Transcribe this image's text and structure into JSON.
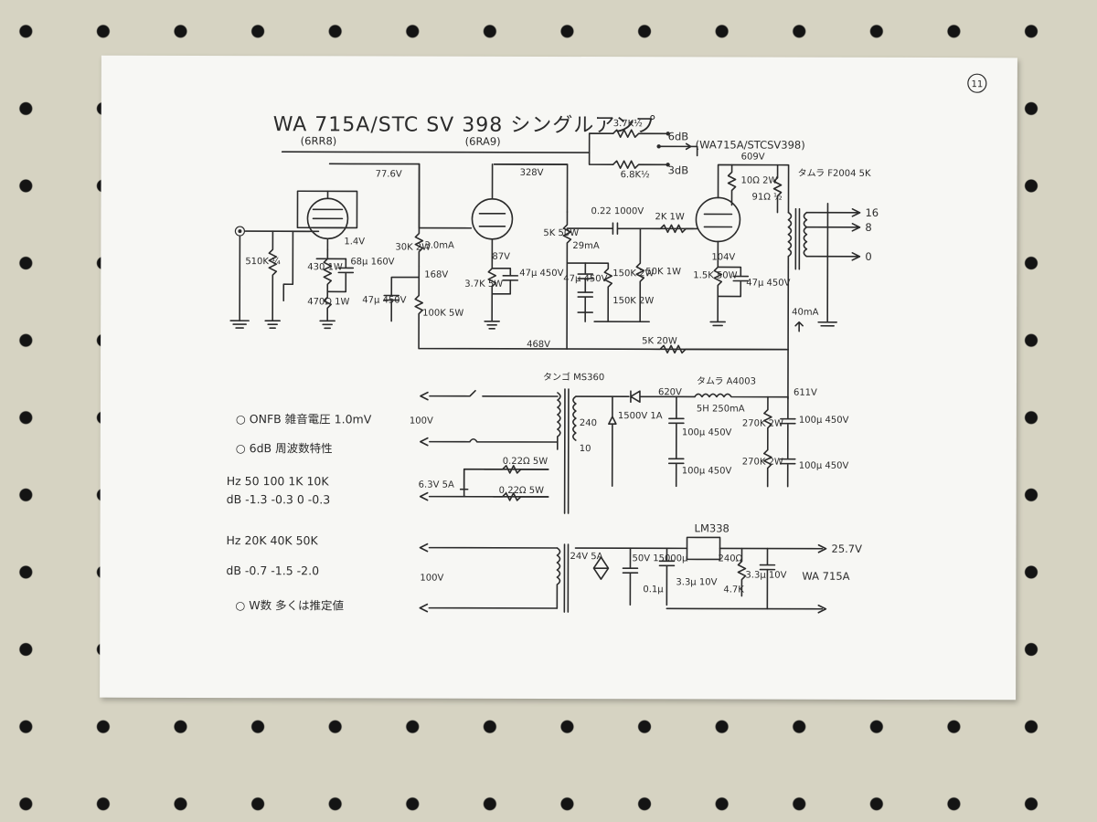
{
  "page_number": "11",
  "title": "WA 715A/STC SV 398 シングルアンプ",
  "tube_labels": {
    "first": "(6RR8)",
    "second": "(6RA9)"
  },
  "nfb": {
    "r1": "3.7K½",
    "r2": "6.8K½",
    "sel1": "6dB",
    "sel2": "3dB",
    "output_tube": "(WA715A/STCSV398)"
  },
  "stage1": {
    "plate_v": "77.6V",
    "cathode_v": "1.4V",
    "cathode_r": "430 1W",
    "cap": "68μ 160V",
    "grid_r": "470Ω 1W",
    "input_r": "510K ¼",
    "load_r": "30K 2W",
    "current": "3.0mA",
    "b_v": "168V",
    "decouple_cap": "47μ 450V",
    "decouple_r": "100K 5W"
  },
  "stage2": {
    "plate_v": "328V",
    "cathode_v": "87V",
    "cathode_r": "3.7K 5W",
    "cathode_cap": "47μ 450V",
    "load_r": "5K 50W",
    "current": "29mA",
    "caps": "47μ 450V",
    "r150a": "150K 2W",
    "r150b": "150K 2W",
    "r50k": "50K 1W",
    "coupling": "0.22 1000V",
    "b_v": "468V"
  },
  "output": {
    "grid_r": "2K 1W",
    "plate_v": "609V",
    "r10": "10Ω 2W",
    "r91": "91Ω ½",
    "cathode_v": "104V",
    "cathode_r": "1.5K 50W",
    "cathode_cap": "47μ 450V",
    "transformer": "タムラ F2004 5K",
    "tap16": "16",
    "tap8": "8",
    "tap0": "0",
    "current": "40mA",
    "series_r": "5K 20W"
  },
  "psu": {
    "transformer": "タンゴ MS360",
    "ac_in": "100V",
    "v620": "620V",
    "choke": "タムラ A4003",
    "choke_spec": "5H 250mA",
    "v611": "611V",
    "tap240": "240",
    "tap10": "10",
    "diode": "1500V 1A",
    "c100a": "100μ 450V",
    "c100b": "100μ 450V",
    "r270a": "270K 2W",
    "r270b": "270K 2W",
    "c100c": "100μ 450V",
    "c100d": "100μ 450V",
    "heater_r1": "0.22Ω 5W",
    "heater_r2": "0.22Ω 5W",
    "heater_v": "6.3V 5A"
  },
  "filament": {
    "ac_in": "100V",
    "sec": "24V 5A",
    "c1": "50V 15000μ",
    "c2": "0.1μ",
    "c3": "3.3μ 10V",
    "reg": "LM338",
    "r240": "240Ω",
    "r47k": "4.7K",
    "c4": "3.3μ 10V",
    "vout": "25.7V",
    "load": "WA 715A"
  },
  "notes": [
    "○ ONFB 雑音電圧 1.0mV",
    "○ 6dB 周波数特性",
    "Hz  50   100   1K   10K",
    "dB  -1.3  -0.3   0   -0.3",
    "Hz 20K   40K   50K",
    "dB -0.7  -1.5  -2.0",
    "○ W数  多くは推定値"
  ]
}
